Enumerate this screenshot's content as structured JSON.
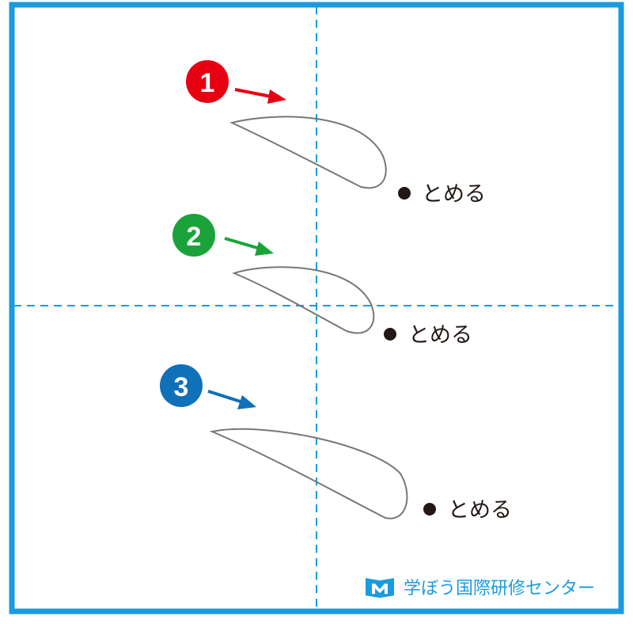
{
  "colors": {
    "frame": "#1a9be0",
    "guide": "#1a9be0",
    "stroke": "#777777",
    "dot": "#231815",
    "step1": "#e60012",
    "step2": "#1aa33a",
    "step3": "#1070b8"
  },
  "steps": [
    {
      "number": "1",
      "label": "とめる"
    },
    {
      "number": "2",
      "label": "とめる"
    },
    {
      "number": "3",
      "label": "とめる"
    }
  ],
  "logo": {
    "icon": "open-book-icon",
    "text": "学ぼう国際研修センター"
  }
}
